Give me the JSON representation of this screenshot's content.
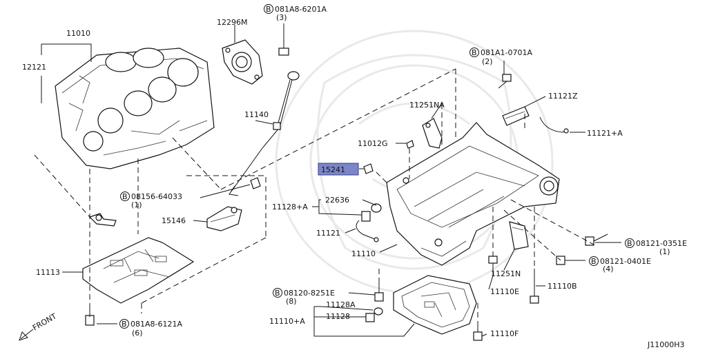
{
  "diagram": {
    "reference_code": "J11000H3",
    "front_label": "FRONT",
    "highlighted_part": "15241",
    "parts": {
      "p11010": "11010",
      "p12121": "12121",
      "p12296M": "12296M",
      "p081A8_6201A": "081A8-6201A",
      "p081A8_6201A_qty": "(3)",
      "p11140": "11140",
      "p081A1_0701A": "081A1-0701A",
      "p081A1_0701A_qty": "(2)",
      "p11121Z": "11121Z",
      "p11251NA": "11251NA",
      "p11121A": "11121+A",
      "p11012G": "11012G",
      "p15241": "15241",
      "p08156_64033": "08156-64033",
      "p08156_64033_qty": "(1)",
      "p11128A": "11128+A",
      "p22636": "22636",
      "p15146": "15146",
      "p11121": "11121",
      "p11110": "11110",
      "p08121_0351E": "08121-0351E",
      "p08121_0351E_qty": "(1)",
      "p08121_0401E": "08121-0401E",
      "p08121_0401E_qty": "(4)",
      "p11251N": "11251N",
      "p11113": "11113",
      "p11110E": "11110E",
      "p11110B": "11110B",
      "p08120_8251E": "08120-8251E",
      "p08120_8251E_qty": "(8)",
      "p11128A_b": "11128A",
      "p11128": "11128",
      "p11110A": "11110+A",
      "p081A8_6121A": "081A8-6121A",
      "p081A8_6121A_qty": "(6)",
      "p11110F": "11110F"
    },
    "bolt_prefix_letter": "B"
  }
}
